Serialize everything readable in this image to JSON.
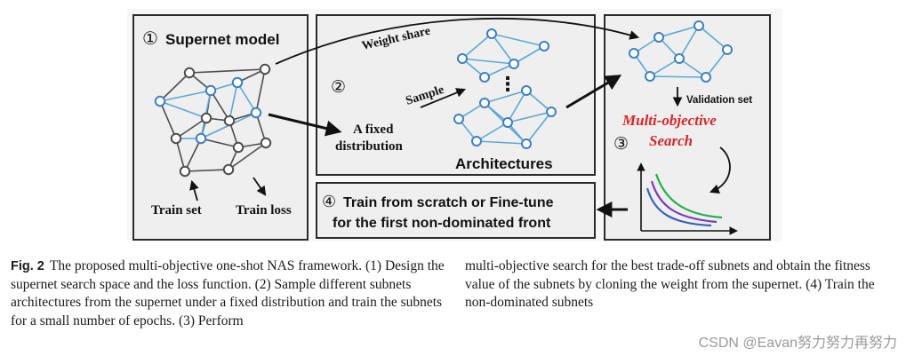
{
  "diagram": {
    "panel1": {
      "step": "①",
      "title": "Supernet model",
      "train_set": "Train set",
      "train_loss": "Train loss"
    },
    "panel2": {
      "step": "②",
      "weight_share": "Weight share",
      "sample": "Sample",
      "fixed_line1": "A fixed",
      "fixed_line2": "distribution",
      "architectures": "Architectures",
      "ellipsis": "⋮"
    },
    "panel3": {
      "step": "③",
      "validation_set": "Validation set",
      "mo_line1": "Multi-objective",
      "mo_line2": "Search"
    },
    "panel4": {
      "step": "④",
      "line1": "Train from scratch or Fine-tune",
      "line2": "for the first non-dominated front"
    },
    "colors": {
      "panel_bg": "#efefef",
      "node_blue": "#3d7fc1",
      "edge_blue": "#5aa8d8",
      "edge_gray": "#4d4d4d",
      "search_red": "#d7262a",
      "curve_green": "#22b24c",
      "curve_purple": "#7b3fb5",
      "curve_blue": "#3463b8"
    }
  },
  "caption": {
    "fig_label": "Fig. 2",
    "left_text": "The proposed multi-objective one-shot NAS framework. (1) Design the supernet search space and the loss function. (2) Sample different subnets architectures from the supernet under a fixed distribution and train the subnets for a small number of epochs. (3) Perform",
    "right_text": "multi-objective search for the best trade-off subnets and obtain the fitness value of the subnets by cloning the weight from the supernet. (4) Train the non-dominated subnets"
  },
  "watermark": "CSDN @Eavan努力努力再努力"
}
